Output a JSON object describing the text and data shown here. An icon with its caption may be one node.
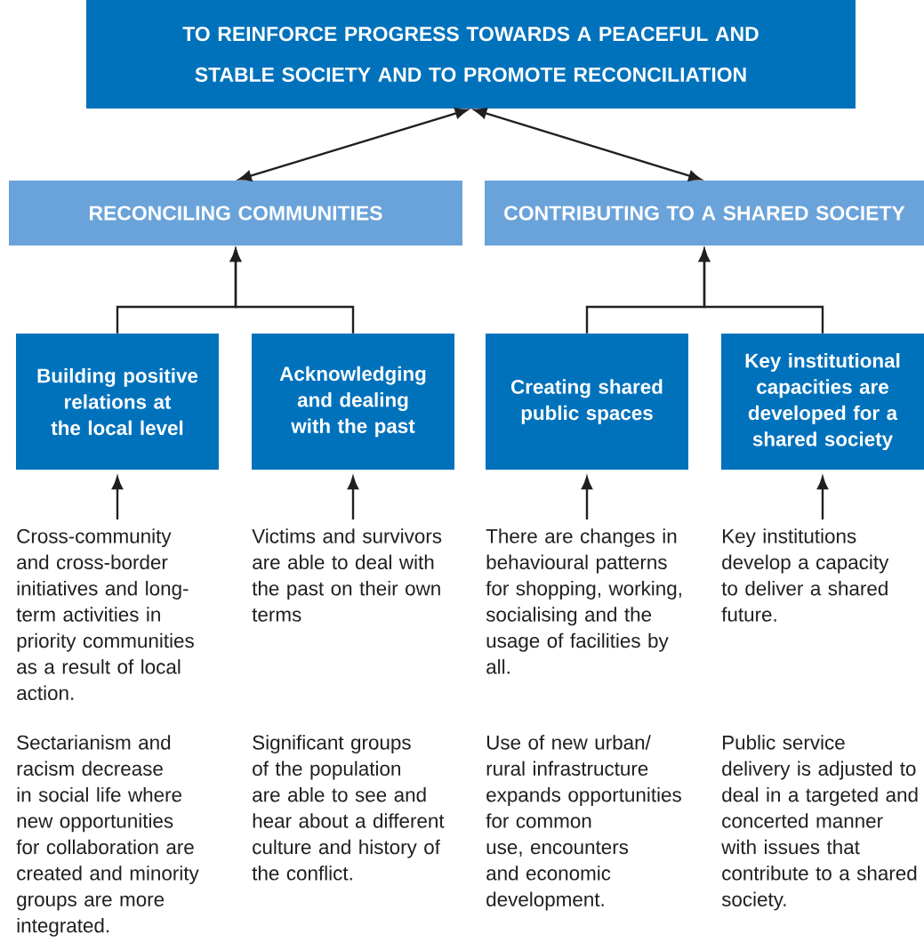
{
  "diagram": {
    "nodes": [
      {
        "text": [
          "TO REINFORCE PROGRESS TOWARDS A PEACEFUL AND STABLE SOCIETY AND TO PROMOTE RECONCILIATION"
        ]
      },
      {
        "text": [
          "RECONCILING COMMUNITIES"
        ]
      },
      {
        "text": [
          "CONTRIBUTING TO A SHARED SOCIETY"
        ]
      },
      {
        "text": [
          "Building positive relations at the local level"
        ]
      },
      {
        "text": [
          "Acknowledging and dealing with the past"
        ]
      },
      {
        "text": [
          "Creating shared public spaces"
        ]
      },
      {
        "text": [
          "Key institutional capacities are developed for a shared society"
        ]
      },
      {
        "text": [
          "Cross-community and cross-border initiatives and long-term activities in priority communities as a result of local action."
        ]
      },
      {
        "text": [
          "Victims and survivors are able to deal with the past on their own terms"
        ]
      },
      {
        "text": [
          "There are changes in behavioural patterns for shopping, working, socialising and the usage of facilities by all."
        ]
      },
      {
        "text": [
          "Key institutions develop a capacity to deliver a shared future."
        ]
      }
    ],
    "edges": [
      {
        "from": 0,
        "to": 1,
        "arrow": "both"
      },
      {
        "from": 0,
        "to": 2,
        "arrow": "both"
      },
      {
        "from": 3,
        "to": 1,
        "arrow": "to"
      },
      {
        "from": 4,
        "to": 1,
        "arrow": "to"
      },
      {
        "from": 5,
        "to": 2,
        "arrow": "to"
      },
      {
        "from": 6,
        "to": 2,
        "arrow": "to"
      },
      {
        "from": 7,
        "to": 3,
        "arrow": "to"
      },
      {
        "from": 8,
        "to": 4,
        "arrow": "to"
      },
      {
        "from": 9,
        "to": 5,
        "arrow": "to"
      },
      {
        "from": 10,
        "to": 6,
        "arrow": "to"
      }
    ],
    "labels": [
      "Sectarianism and racism decrease in social life where new opportunities for collaboration are created and minority groups are more integrated.",
      "Significant groups of the population are able to see and hear about a different culture and history of the conflict.",
      "Use of new urban/ rural infrastructure expands opportunities for common use, encounters and economic development.",
      "Public service delivery is adjusted to deal in a targeted and concerted manner with issues that contribute to a shared society."
    ]
  }
}
